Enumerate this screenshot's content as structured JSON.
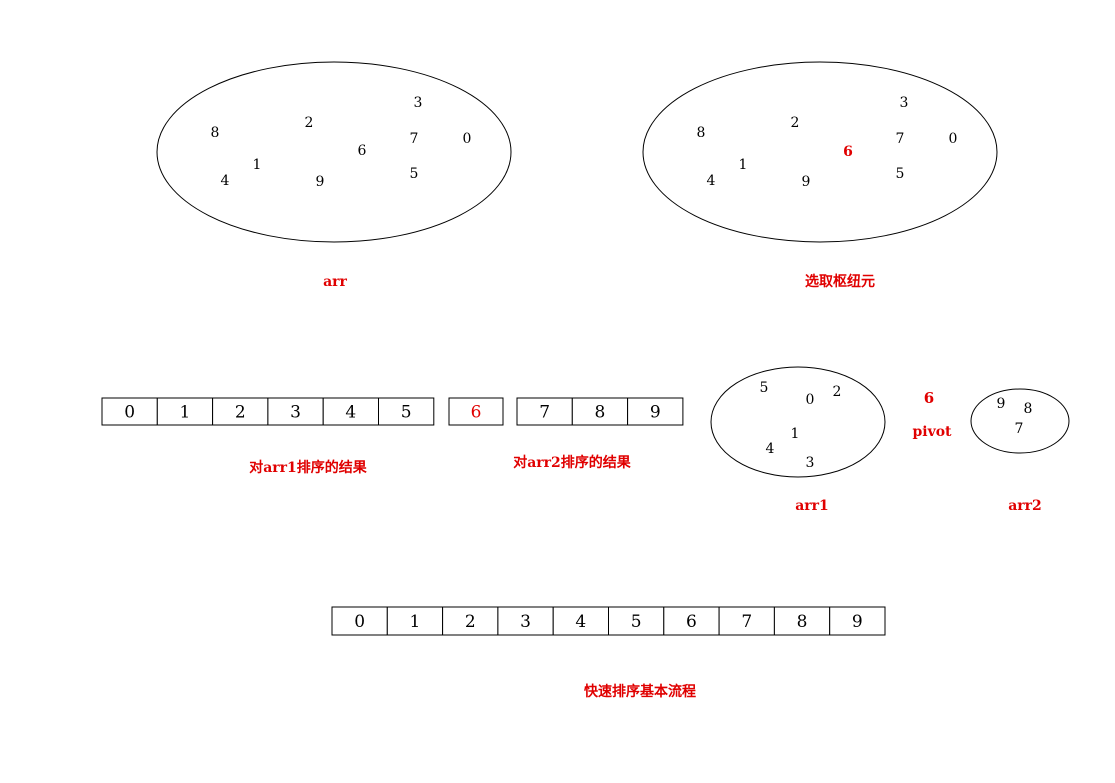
{
  "sets": {
    "arr": {
      "label": "arr",
      "numbers": [
        "8",
        "2",
        "3",
        "7",
        "0",
        "6",
        "1",
        "4",
        "9",
        "5"
      ]
    },
    "select": {
      "label": "选取枢纽元",
      "numbers": [
        "8",
        "2",
        "3",
        "7",
        "0",
        "6",
        "1",
        "4",
        "9",
        "5"
      ],
      "pivot": "6"
    },
    "arr1": {
      "label": "arr1",
      "numbers": [
        "5",
        "0",
        "2",
        "1",
        "4",
        "3"
      ]
    },
    "arr2": {
      "label": "arr2",
      "numbers": [
        "9",
        "8",
        "7"
      ]
    }
  },
  "pivot": {
    "value": "6",
    "label": "pivot"
  },
  "sorted_rows": {
    "arr1_sorted": {
      "cells": [
        "0",
        "1",
        "2",
        "3",
        "4",
        "5"
      ],
      "label": "对arr1排序的结果"
    },
    "pivot_cell": {
      "cells": [
        "6"
      ]
    },
    "arr2_sorted": {
      "cells": [
        "7",
        "8",
        "9"
      ],
      "label": "对arr2排序的结果"
    },
    "final": {
      "cells": [
        "0",
        "1",
        "2",
        "3",
        "4",
        "5",
        "6",
        "7",
        "8",
        "9"
      ],
      "label": "快速排序基本流程"
    }
  },
  "colors": {
    "accent": "#e00000",
    "stroke": "#000000"
  }
}
